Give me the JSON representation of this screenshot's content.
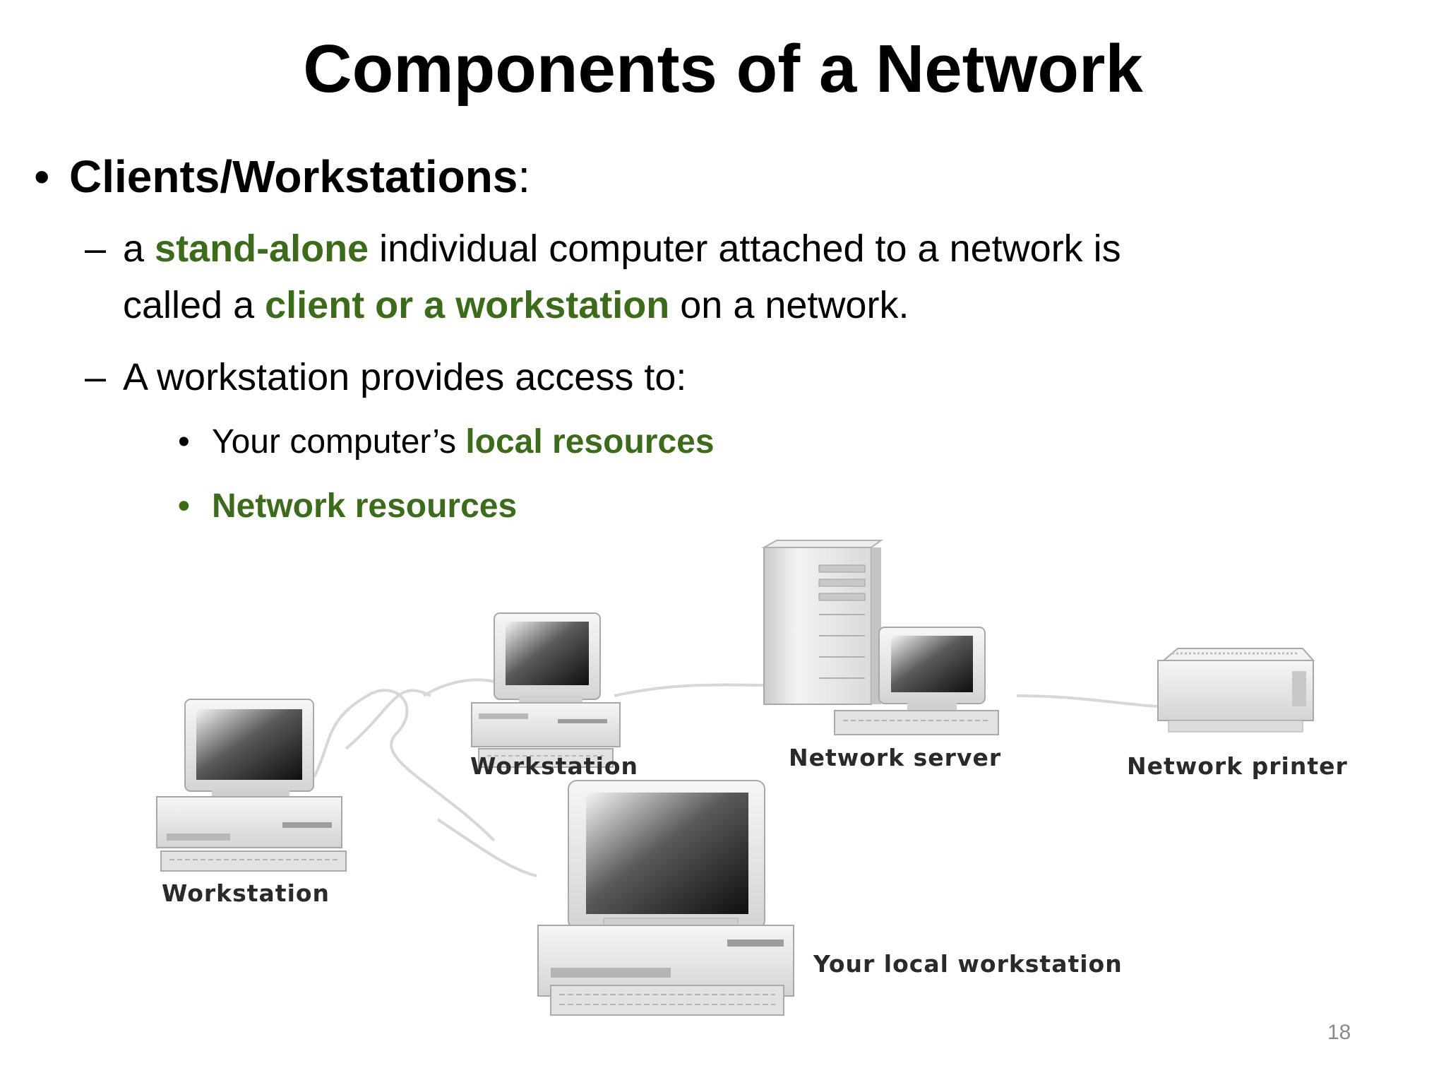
{
  "slide": {
    "title": "Components of a Network",
    "bullet1": {
      "marker": "•",
      "term": "Clients/Workstations",
      "suffix": ":"
    },
    "sub1": {
      "marker": "–",
      "part1": "a ",
      "green1": "stand-alone",
      "part2": " individual computer attached to a network is",
      "part3": "called a ",
      "green2": "client or a workstation",
      "part4": " on a network."
    },
    "sub2": {
      "marker": "–",
      "text": "A workstation provides access to:"
    },
    "items": [
      {
        "marker": "•",
        "plain": "Your computer’s ",
        "green": "local resources"
      },
      {
        "marker": "•",
        "plain": "",
        "green": "Network resources"
      }
    ],
    "diagram": {
      "labels": {
        "workstation_top": "Workstation",
        "workstation_left": "Workstation",
        "server": "Network server",
        "printer": "Network printer",
        "local": "Your local workstation"
      }
    },
    "page_number": "18"
  },
  "colors": {
    "accent_green": "#3d6b1c",
    "text": "#000000",
    "page_number": "#8a8a8a"
  }
}
